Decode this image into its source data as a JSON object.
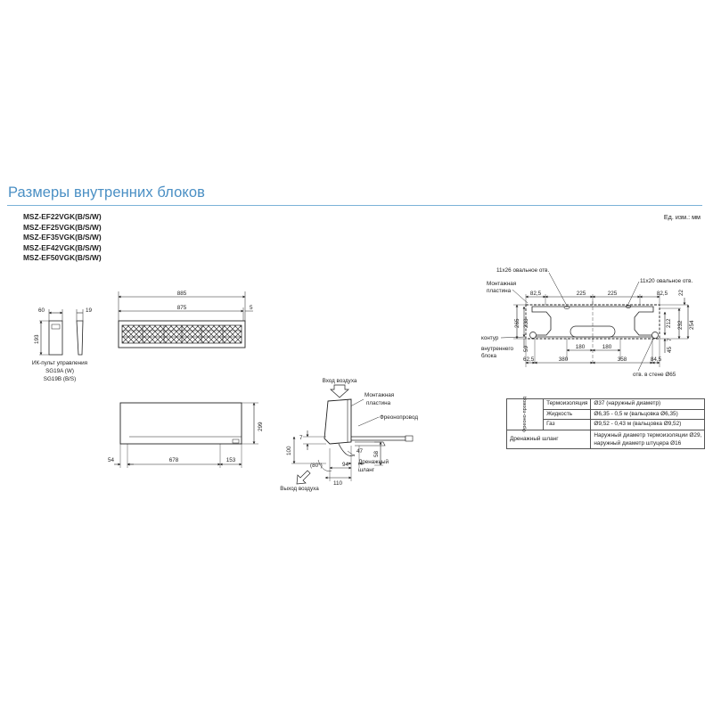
{
  "page": {
    "title": "Размеры внутренних блоков",
    "units": "Ед. изм.: мм",
    "models": [
      "MSZ-EF22VGK(B/S/W)",
      "MSZ-EF25VGK(B/S/W)",
      "MSZ-EF35VGK(B/S/W)",
      "MSZ-EF42VGK(B/S/W)",
      "MSZ-EF50VGK(B/S/W)"
    ]
  },
  "remote": {
    "dims": {
      "width": "60",
      "depth": "19",
      "height": "193"
    },
    "caption": [
      "ИК-пульт управления",
      "SG19A (W)",
      "SG19B (B/S)"
    ]
  },
  "top_view": {
    "total": "885",
    "inner": "875",
    "offset": "5"
  },
  "front_view": {
    "height": "299",
    "left": "54",
    "middle": "678",
    "right": "153"
  },
  "side_view": {
    "air_in": "Вход воздуха",
    "air_out": "Выход воздуха",
    "mount_plate": [
      "Монтажная",
      "пластина"
    ],
    "refrigerant": "Фреонопровод",
    "drain": [
      "Дренажный",
      "шланг"
    ],
    "dims": {
      "d7": "7",
      "d100": "100",
      "d47": "47",
      "d94": "94",
      "d110": "110",
      "d58": "58",
      "angle": "(80°)"
    }
  },
  "plate_view": {
    "hole_left": "11x26 овальное отв.",
    "hole_right": "11x20 овальное отв.",
    "mount_plate": [
      "Монтажная",
      "пластина"
    ],
    "contour": [
      "контур",
      "внутреннего",
      "блока"
    ],
    "wall_hole": "отв. в стене Ø65",
    "top_dims": [
      "82,5",
      "225",
      "225",
      "82,5"
    ],
    "right_dims": [
      "22",
      "232",
      "254"
    ],
    "right_small": [
      "212",
      "45",
      "7"
    ],
    "left_dims": [
      "265",
      "233",
      "59"
    ],
    "bottom_dims": [
      "62,5",
      "180",
      "180",
      "84,5"
    ],
    "bottom_dims2": [
      "380",
      "358"
    ]
  },
  "spec_table": {
    "group_label": "Фреоно-провод",
    "rows": [
      {
        "label": "Термоизоляция",
        "value": "Ø37 (наружный диаметр)"
      },
      {
        "label": "Жидкость",
        "value": "Ø6,35 - 0,5 м  (вальцовка Ø6,35)"
      },
      {
        "label": "Газ",
        "value": "Ø9,52 - 0,43 м (вальцовка Ø9,52)"
      }
    ],
    "drain_label": "Дренажный шланг",
    "drain_value": [
      "Наружный диаметр термоизоляции Ø29,",
      "наружный диаметр штуцера Ø16"
    ]
  }
}
